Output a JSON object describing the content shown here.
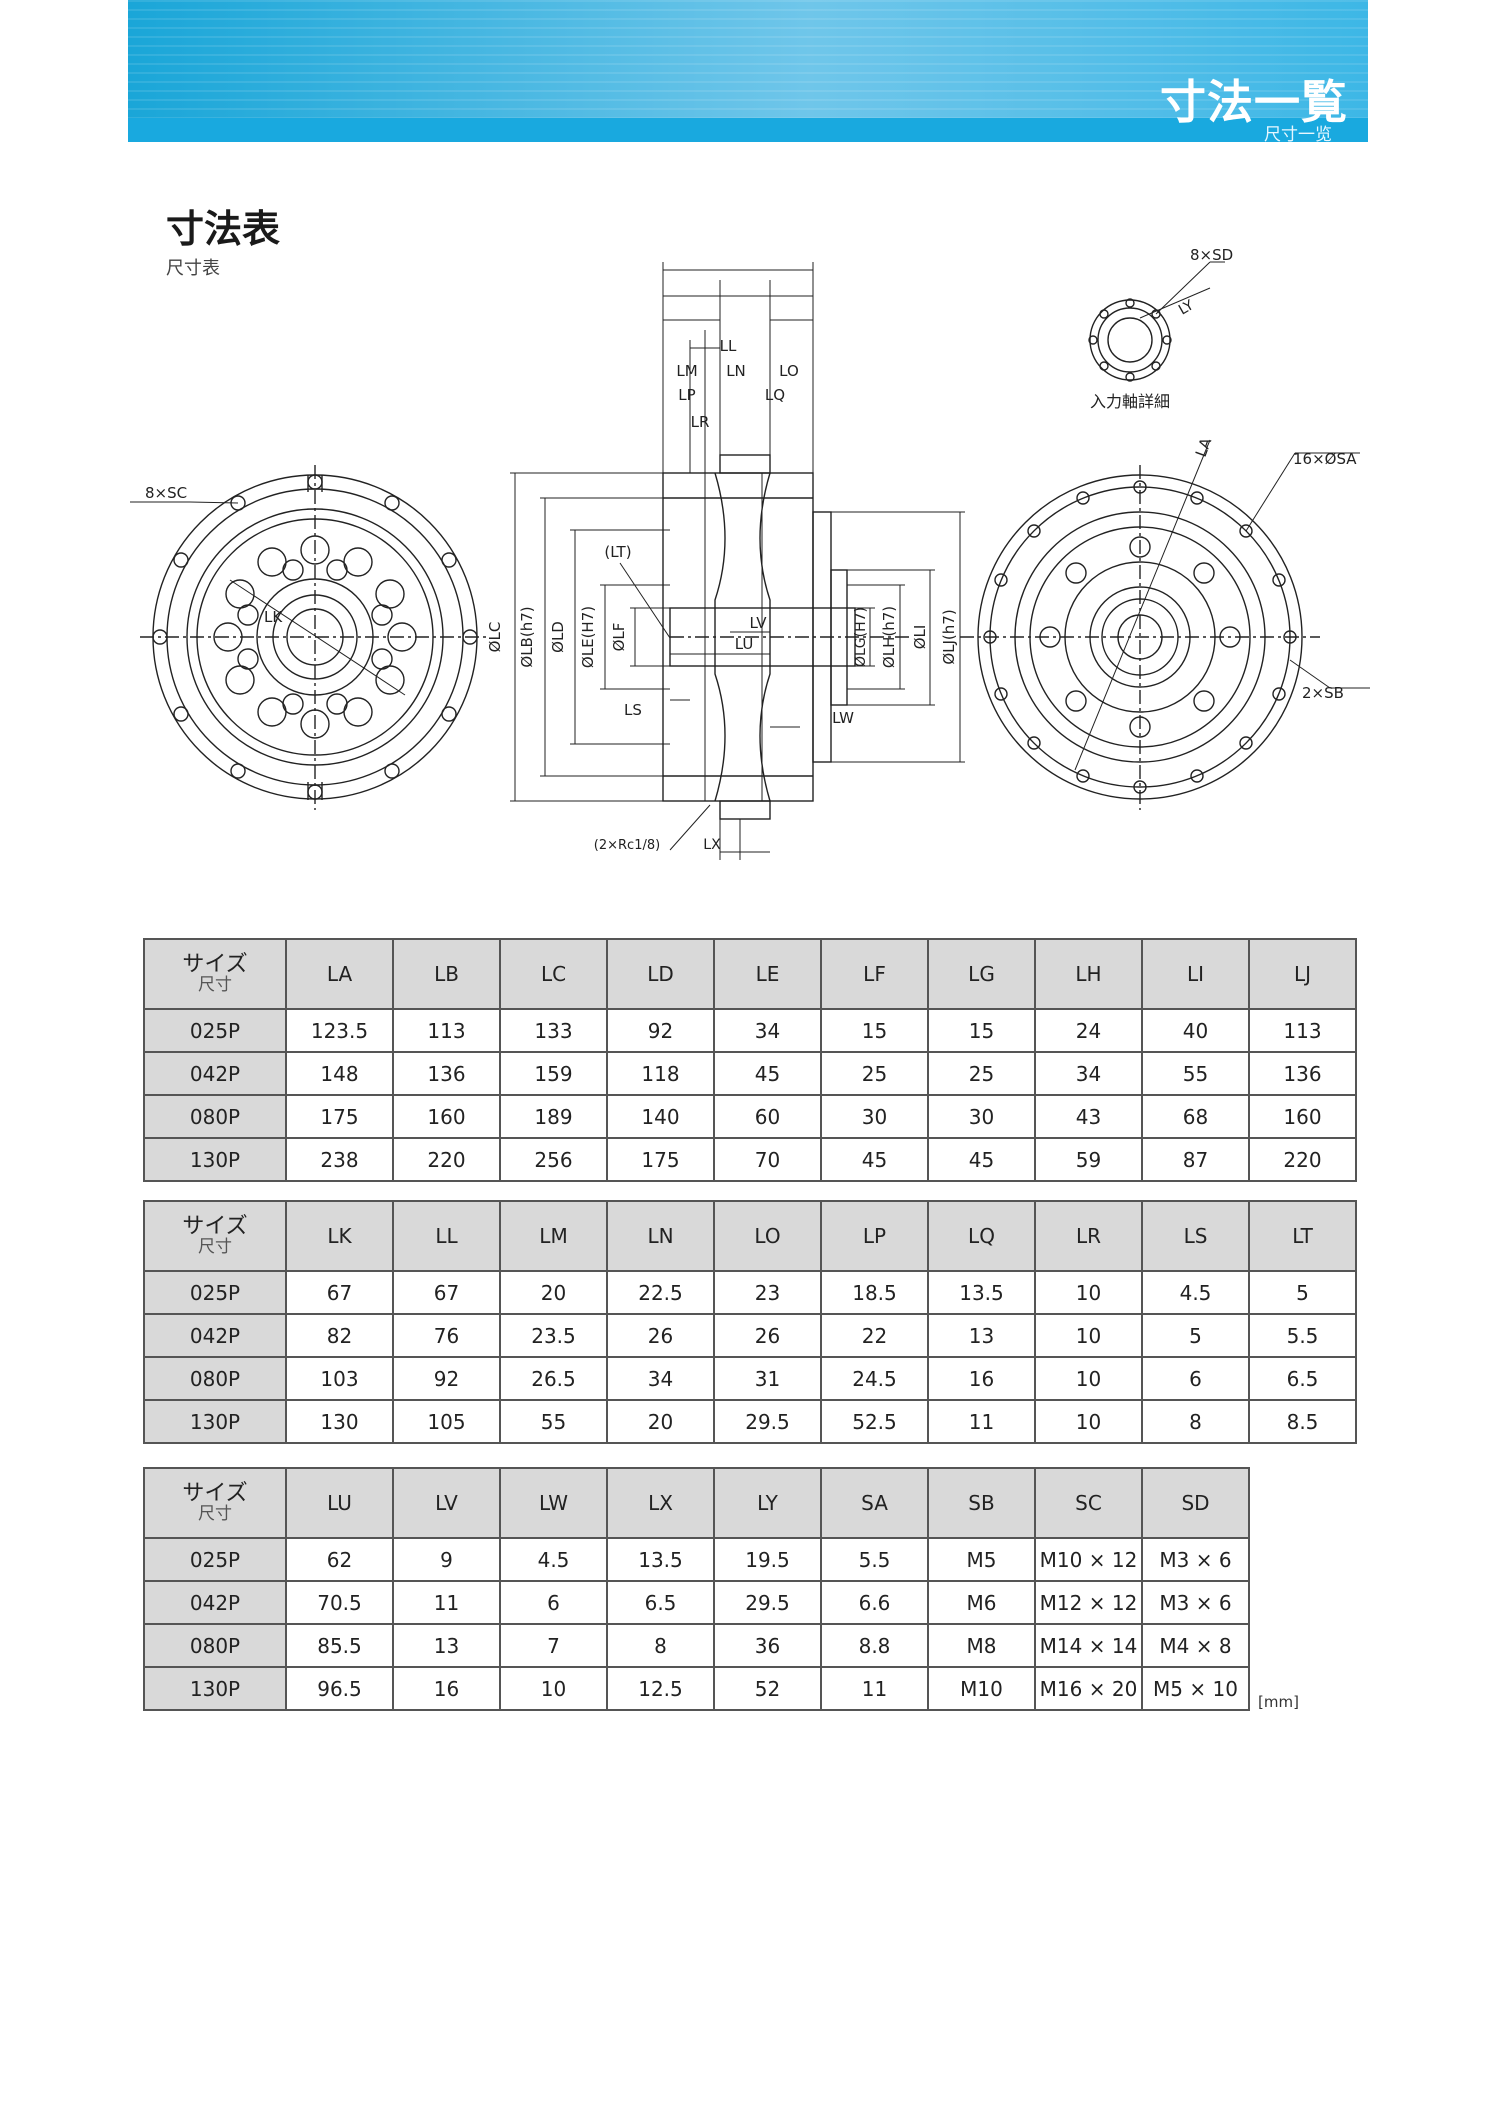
{
  "header": {
    "title": "寸法一覧",
    "subtitle": "尺寸一览"
  },
  "section": {
    "title": "寸法表",
    "subtitle": "尺寸表"
  },
  "drawing": {
    "labels": {
      "sc": "8×SC",
      "lk": "LK",
      "ll": "LL",
      "lm": "LM",
      "ln": "LN",
      "lo": "LO",
      "lp": "LP",
      "lq": "LQ",
      "lr": "LR",
      "lt": "(LT)",
      "lv": "LV",
      "lu": "LU",
      "ls": "LS",
      "lw": "LW",
      "lx": "LX",
      "rc": "(2×Rc1/8)",
      "dlc": "ØLC",
      "dlb": "ØLB(h7)",
      "dld": "ØLD",
      "dle": "ØLE(H7)",
      "dlf": "ØLF",
      "dlg": "ØLG(H7)",
      "dlh": "ØLH(h7)",
      "dli": "ØLI",
      "dlj": "ØLJ(h7)",
      "sd": "8×SD",
      "ly": "LY",
      "detail": "入力軸詳細",
      "la": "LA",
      "sa": "16×ØSA",
      "sb": "2×SB"
    }
  },
  "tables": [
    {
      "header_line1": "サイズ",
      "header_line2": "尺寸",
      "columns": [
        "LA",
        "LB",
        "LC",
        "LD",
        "LE",
        "LF",
        "LG",
        "LH",
        "LI",
        "LJ"
      ],
      "rows": [
        {
          "size": "025P",
          "values": [
            "123.5",
            "113",
            "133",
            "92",
            "34",
            "15",
            "15",
            "24",
            "40",
            "113"
          ]
        },
        {
          "size": "042P",
          "values": [
            "148",
            "136",
            "159",
            "118",
            "45",
            "25",
            "25",
            "34",
            "55",
            "136"
          ]
        },
        {
          "size": "080P",
          "values": [
            "175",
            "160",
            "189",
            "140",
            "60",
            "30",
            "30",
            "43",
            "68",
            "160"
          ]
        },
        {
          "size": "130P",
          "values": [
            "238",
            "220",
            "256",
            "175",
            "70",
            "45",
            "45",
            "59",
            "87",
            "220"
          ]
        }
      ]
    },
    {
      "header_line1": "サイズ",
      "header_line2": "尺寸",
      "columns": [
        "LK",
        "LL",
        "LM",
        "LN",
        "LO",
        "LP",
        "LQ",
        "LR",
        "LS",
        "LT"
      ],
      "rows": [
        {
          "size": "025P",
          "values": [
            "67",
            "67",
            "20",
            "22.5",
            "23",
            "18.5",
            "13.5",
            "10",
            "4.5",
            "5"
          ]
        },
        {
          "size": "042P",
          "values": [
            "82",
            "76",
            "23.5",
            "26",
            "26",
            "22",
            "13",
            "10",
            "5",
            "5.5"
          ]
        },
        {
          "size": "080P",
          "values": [
            "103",
            "92",
            "26.5",
            "34",
            "31",
            "24.5",
            "16",
            "10",
            "6",
            "6.5"
          ]
        },
        {
          "size": "130P",
          "values": [
            "130",
            "105",
            "55",
            "20",
            "29.5",
            "52.5",
            "11",
            "10",
            "8",
            "8.5"
          ]
        }
      ]
    },
    {
      "header_line1": "サイズ",
      "header_line2": "尺寸",
      "columns": [
        "LU",
        "LV",
        "LW",
        "LX",
        "LY",
        "SA",
        "SB",
        "SC",
        "SD"
      ],
      "rows": [
        {
          "size": "025P",
          "values": [
            "62",
            "9",
            "4.5",
            "13.5",
            "19.5",
            "5.5",
            "M5",
            "M10 × 12",
            "M3 × 6"
          ]
        },
        {
          "size": "042P",
          "values": [
            "70.5",
            "11",
            "6",
            "6.5",
            "29.5",
            "6.6",
            "M6",
            "M12 × 12",
            "M3 × 6"
          ]
        },
        {
          "size": "080P",
          "values": [
            "85.5",
            "13",
            "7",
            "8",
            "36",
            "8.8",
            "M8",
            "M14 × 14",
            "M4 × 8"
          ]
        },
        {
          "size": "130P",
          "values": [
            "96.5",
            "16",
            "10",
            "12.5",
            "52",
            "11",
            "M10",
            "M16 × 20",
            "M5 × 10"
          ]
        }
      ]
    }
  ],
  "unit": "[mm]"
}
